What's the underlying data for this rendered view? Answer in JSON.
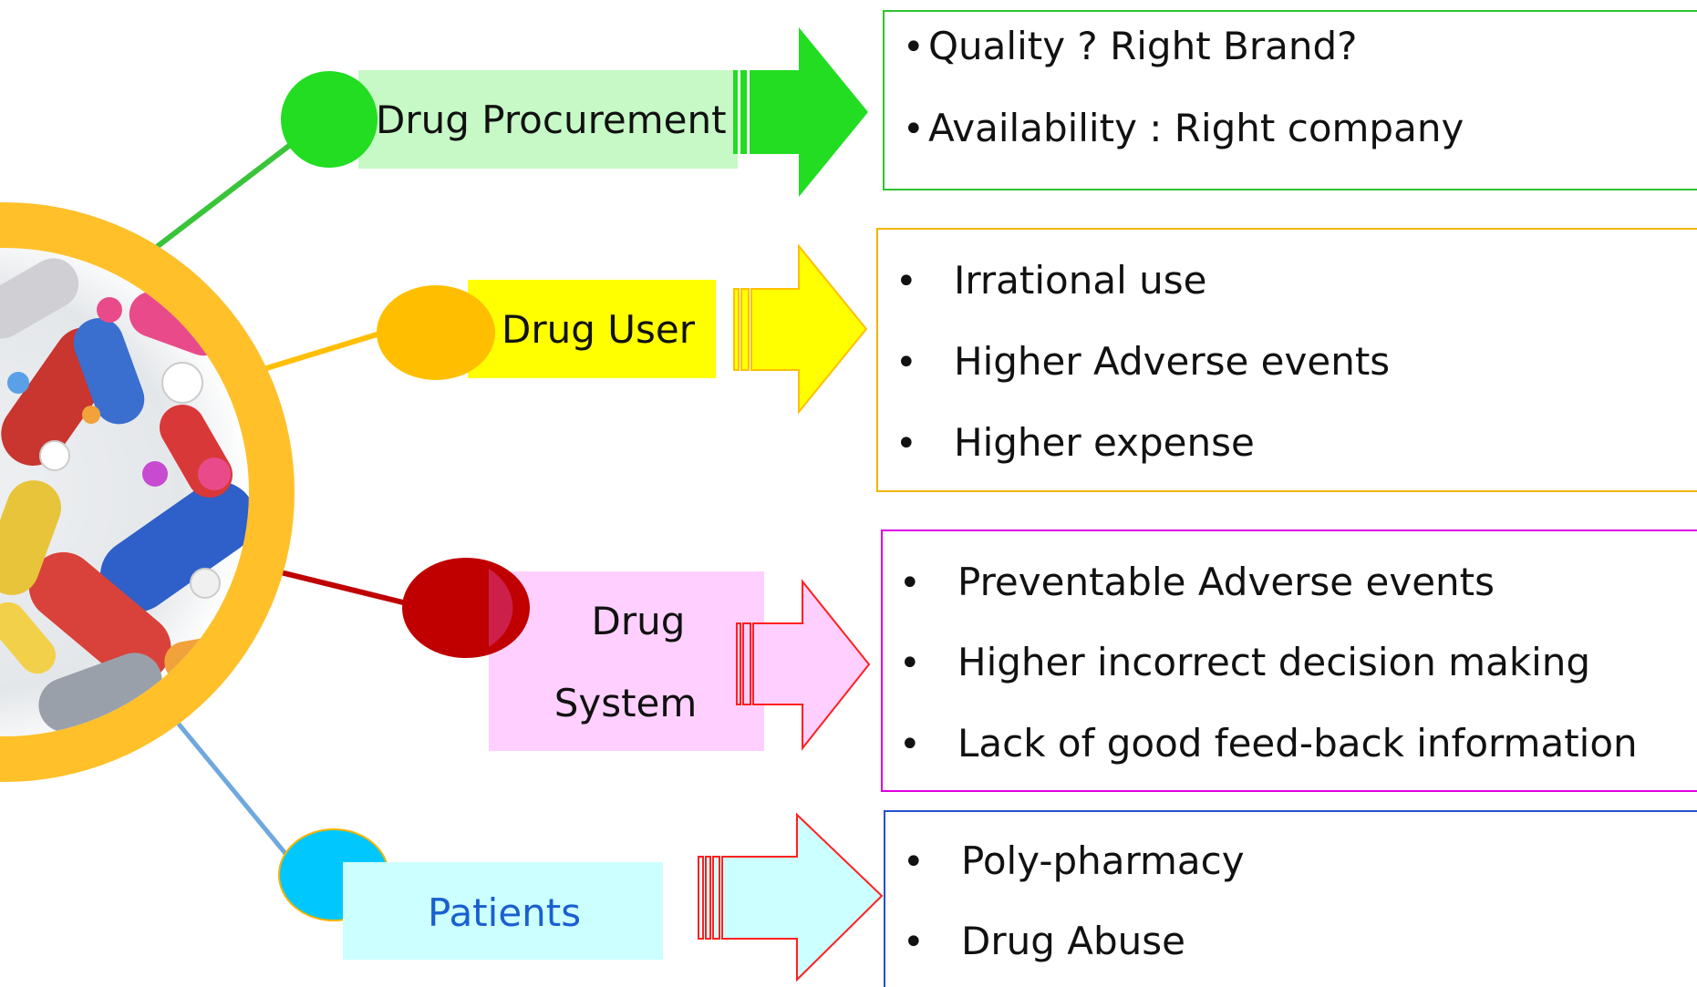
{
  "colors": {
    "procurement": "#22dd22",
    "user": "#ffbf00",
    "system": "#c00000",
    "patients": "#00c8ff",
    "gold_ring": "#ffc02a"
  },
  "center": {
    "icon": "pills-icon"
  },
  "branches": [
    {
      "id": "procurement",
      "label": "Drug Procurement",
      "findings": [
        "Quality ? Right Brand?",
        "Availability : Right company"
      ]
    },
    {
      "id": "user",
      "label": "Drug User",
      "findings": [
        "Irrational use",
        "Higher Adverse  events",
        "Higher expense"
      ]
    },
    {
      "id": "system",
      "label_line1": "Drug",
      "label_line2": "System",
      "findings": [
        "Preventable Adverse  events",
        "Higher incorrect decision making",
        "Lack of good feed-back information"
      ]
    },
    {
      "id": "patients",
      "label": "Patients",
      "findings": [
        "Poly-pharmacy",
        "Drug Abuse"
      ]
    }
  ]
}
